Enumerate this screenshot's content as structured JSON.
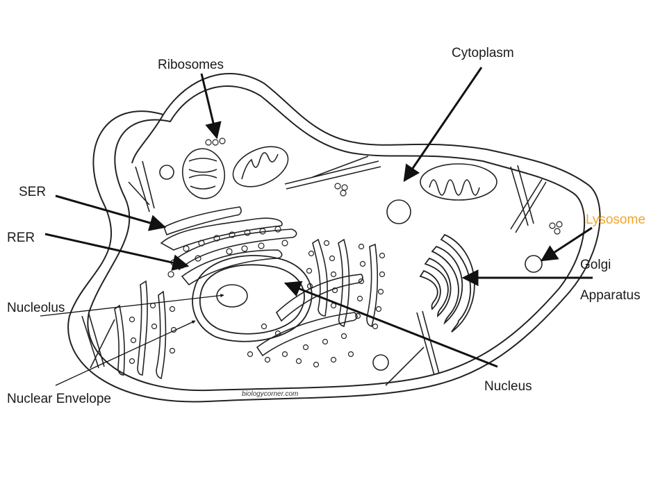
{
  "labels": {
    "ribosomes": "Ribosomes",
    "cytoplasm": "Cytoplasm",
    "ser": "SER",
    "rer": "RER",
    "lysosome": "Lysosome",
    "golgi_1": "Golgi",
    "golgi_2": "Apparatus",
    "nucleolus": "Nucleolus",
    "nuclear_envelope": "Nuclear Envelope",
    "nucleus": "Nucleus"
  },
  "watermark": "biologycorner.com",
  "colors": {
    "line": "#1a1a1a",
    "lysosome_label": "#f4a428",
    "background": "#ffffff"
  }
}
